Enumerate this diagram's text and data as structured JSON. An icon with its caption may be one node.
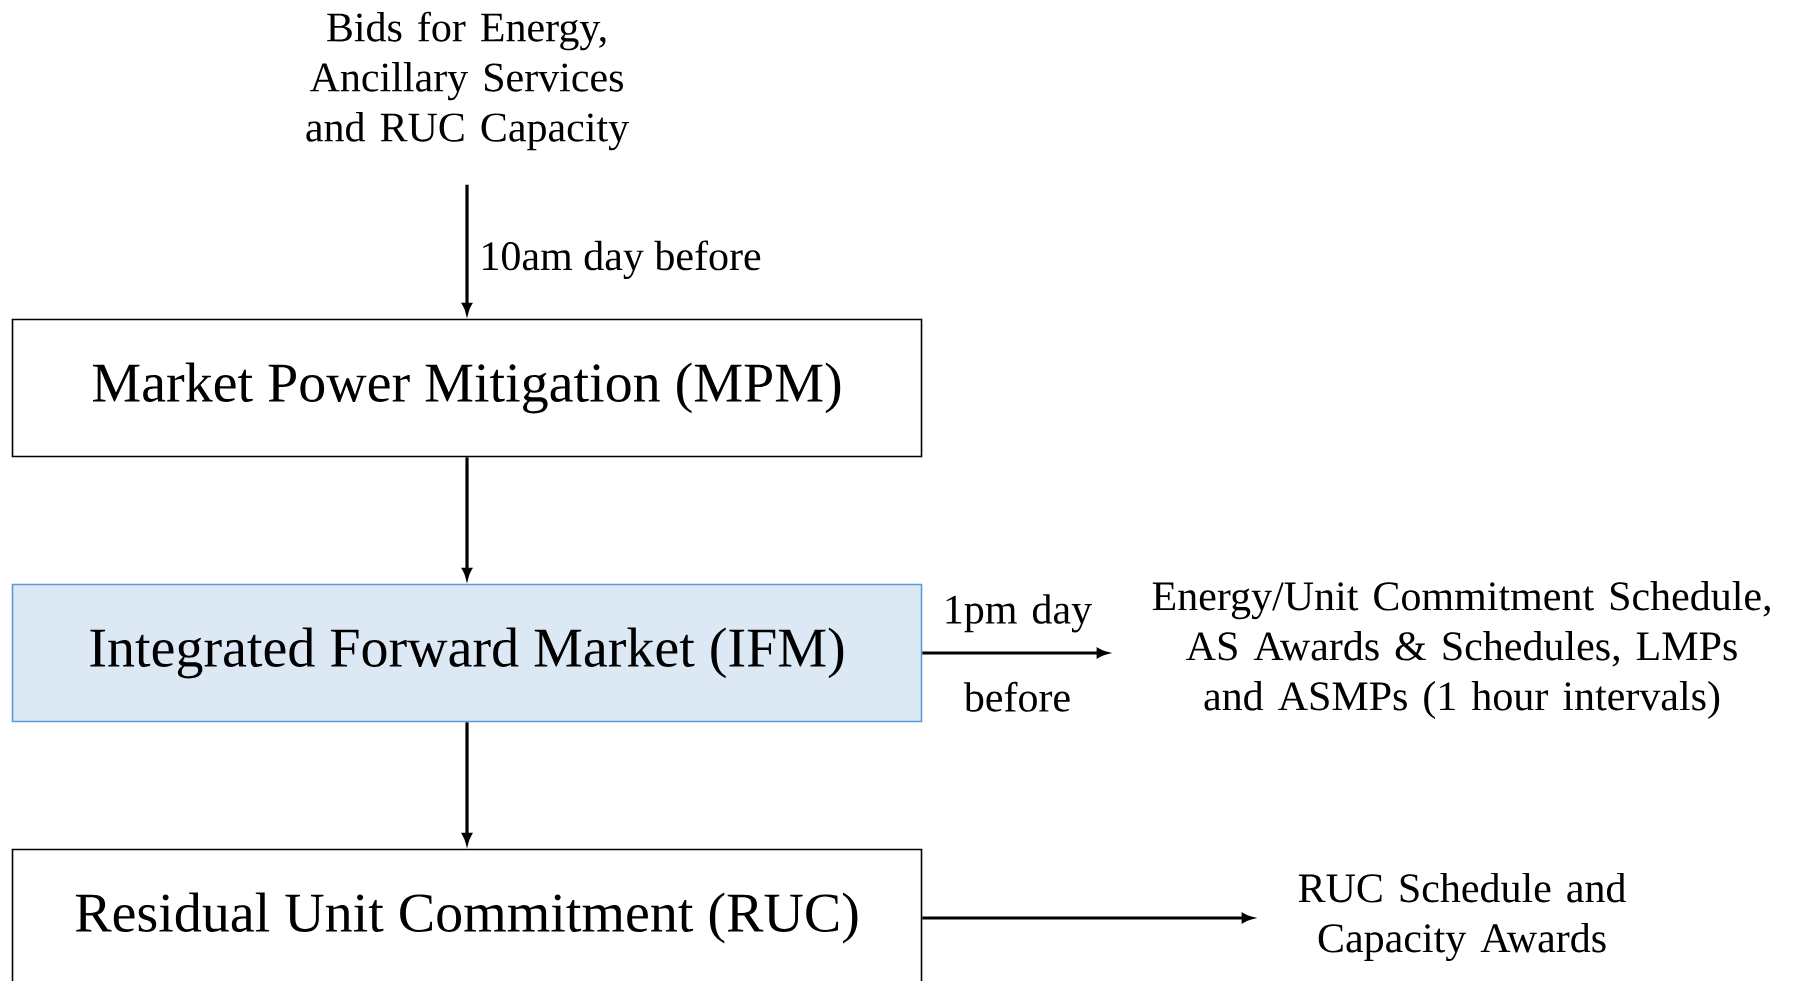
{
  "diagram": {
    "nodes": [
      {
        "text": [
          "Bids for Energy, Ancillary Services and RUC Capacity"
        ]
      },
      {
        "text": [
          "Market Power Mitigation (MPM)"
        ]
      },
      {
        "text": [
          "Integrated Forward Market (IFM)"
        ]
      },
      {
        "text": [
          "Energy/Unit Commitment Schedule, AS Awards & Schedules, LMPs and ASMPs (1 hour intervals)"
        ]
      },
      {
        "text": [
          "Residual Unit Commitment (RUC)"
        ]
      },
      {
        "text": [
          "RUC Schedule and Capacity Awards"
        ]
      }
    ],
    "edges": [
      {
        "from": 0,
        "to": 1,
        "arrow": "to",
        "label": "10am day before"
      },
      {
        "from": 1,
        "to": 2,
        "arrow": "to"
      },
      {
        "from": 2,
        "to": 4,
        "arrow": "to"
      },
      {
        "from": 2,
        "to": 3,
        "arrow": "to",
        "label": "1pm day before"
      },
      {
        "from": 4,
        "to": 5,
        "arrow": "to"
      }
    ]
  }
}
